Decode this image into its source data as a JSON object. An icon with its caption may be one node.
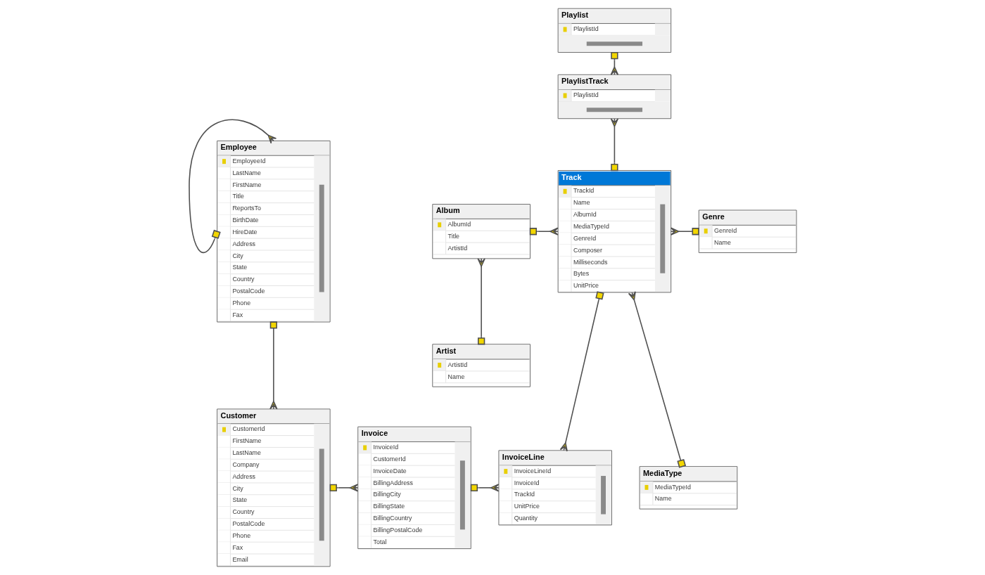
{
  "diagram": {
    "nodes": [
      {
        "text": [
          "Employee",
          "EmployeeId",
          "LastName",
          "FirstName",
          "Title",
          "ReportsTo",
          "BirthDate",
          "HireDate",
          "Address",
          "City",
          "State",
          "Country",
          "PostalCode",
          "Phone",
          "Fax"
        ]
      },
      {
        "text": [
          "Playlist",
          "PlaylistId"
        ]
      },
      {
        "text": [
          "PlaylistTrack",
          "PlaylistId"
        ]
      },
      {
        "text": [
          "Album",
          "AlbumId",
          "Title",
          "ArtistId"
        ]
      },
      {
        "text": [
          "Track",
          "TrackId",
          "Name",
          "AlbumId",
          "MediaTypeId",
          "GenreId",
          "Composer",
          "Milliseconds",
          "Bytes",
          "UnitPrice"
        ]
      },
      {
        "text": [
          "Genre",
          "GenreId",
          "Name"
        ]
      },
      {
        "text": [
          "Artist",
          "ArtistId",
          "Name"
        ]
      },
      {
        "text": [
          "Customer",
          "CustomerId",
          "FirstName",
          "LastName",
          "Company",
          "Address",
          "City",
          "State",
          "Country",
          "PostalCode",
          "Phone",
          "Fax",
          "Email"
        ]
      },
      {
        "text": [
          "Invoice",
          "InvoiceId",
          "CustomerId",
          "InvoiceDate",
          "BillingAddress",
          "BillingCity",
          "BillingState",
          "BillingCountry",
          "BillingPostalCode",
          "Total"
        ]
      },
      {
        "text": [
          "MediaType",
          "MediaTypeId",
          "Name"
        ]
      },
      {
        "text": [
          "InvoiceLine",
          "InvoiceLineId",
          "InvoiceId",
          "TrackId",
          "UnitPrice",
          "Quantity"
        ]
      }
    ],
    "edges": [
      {
        "from": 0,
        "to": 0,
        "arrow": "other"
      },
      {
        "from": 7,
        "to": 0,
        "arrow": "other"
      },
      {
        "from": 8,
        "to": 7,
        "arrow": "other"
      },
      {
        "from": 10,
        "to": 8,
        "arrow": "other"
      },
      {
        "from": 10,
        "to": 4,
        "arrow": "other"
      },
      {
        "from": 4,
        "to": 9,
        "arrow": "other"
      },
      {
        "from": 4,
        "to": 3,
        "arrow": "other"
      },
      {
        "from": 3,
        "to": 6,
        "arrow": "other"
      },
      {
        "from": 4,
        "to": 5,
        "arrow": "other"
      },
      {
        "from": 2,
        "to": 1,
        "arrow": "other"
      },
      {
        "from": 2,
        "to": 4,
        "arrow": "other"
      }
    ]
  }
}
